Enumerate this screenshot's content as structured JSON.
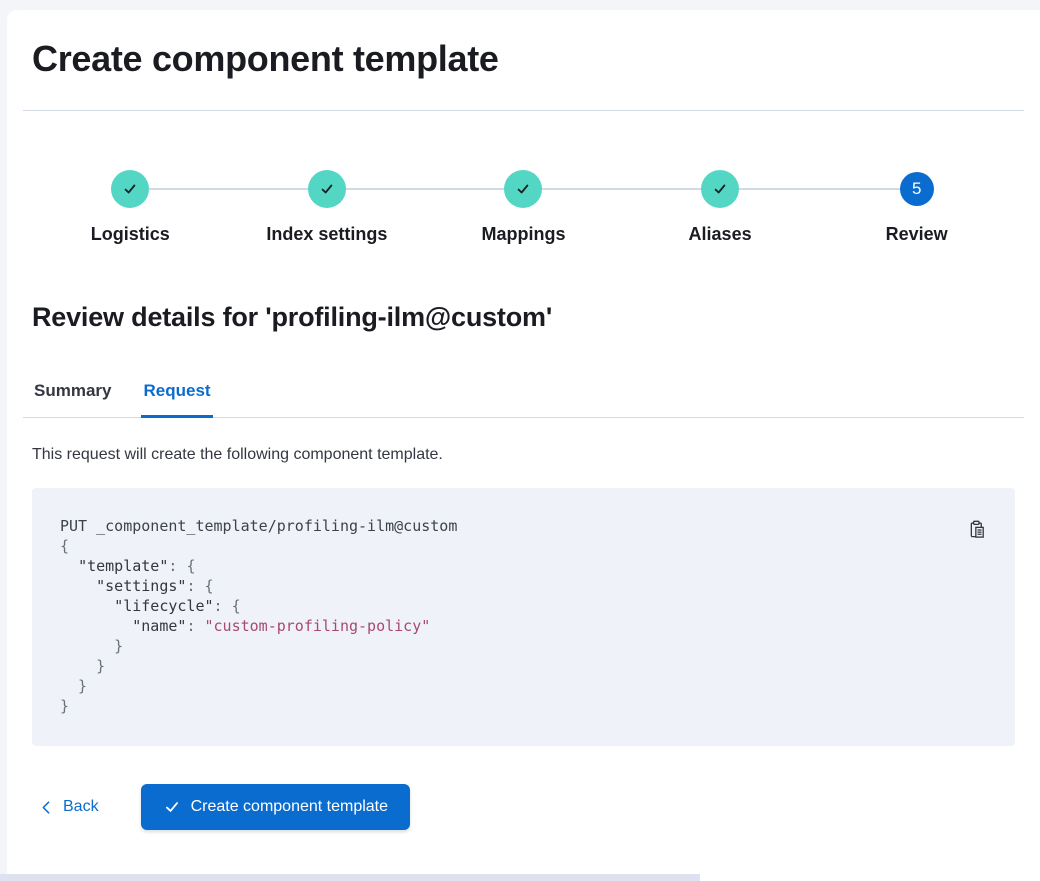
{
  "page": {
    "title": "Create component template"
  },
  "steps": [
    {
      "label": "Logistics",
      "status": "complete"
    },
    {
      "label": "Index settings",
      "status": "complete"
    },
    {
      "label": "Mappings",
      "status": "complete"
    },
    {
      "label": "Aliases",
      "status": "complete"
    },
    {
      "label": "Review",
      "status": "current",
      "number": "5"
    }
  ],
  "review": {
    "heading": "Review details for 'profiling-ilm@custom'",
    "tabs": [
      {
        "label": "Summary",
        "active": false
      },
      {
        "label": "Request",
        "active": true
      }
    ],
    "description": "This request will create the following component template."
  },
  "code_block": {
    "copy_icon": "clipboard-icon",
    "lines": [
      [
        {
          "t": "PUT _component_template/profiling-ilm@custom",
          "type": "plain"
        }
      ],
      [
        {
          "t": "{",
          "type": "punct"
        }
      ],
      [
        {
          "t": "  ",
          "type": "plain"
        },
        {
          "t": "\"template\"",
          "type": "key"
        },
        {
          "t": ": ",
          "type": "punct"
        },
        {
          "t": "{",
          "type": "punct"
        }
      ],
      [
        {
          "t": "    ",
          "type": "plain"
        },
        {
          "t": "\"settings\"",
          "type": "key"
        },
        {
          "t": ": ",
          "type": "punct"
        },
        {
          "t": "{",
          "type": "punct"
        }
      ],
      [
        {
          "t": "      ",
          "type": "plain"
        },
        {
          "t": "\"lifecycle\"",
          "type": "key"
        },
        {
          "t": ": ",
          "type": "punct"
        },
        {
          "t": "{",
          "type": "punct"
        }
      ],
      [
        {
          "t": "        ",
          "type": "plain"
        },
        {
          "t": "\"name\"",
          "type": "key"
        },
        {
          "t": ": ",
          "type": "punct"
        },
        {
          "t": "\"custom-profiling-policy\"",
          "type": "string"
        }
      ],
      [
        {
          "t": "      }",
          "type": "punct"
        }
      ],
      [
        {
          "t": "    }",
          "type": "punct"
        }
      ],
      [
        {
          "t": "  }",
          "type": "punct"
        }
      ],
      [
        {
          "t": "}",
          "type": "punct"
        }
      ]
    ]
  },
  "footer": {
    "back_label": "Back",
    "submit_label": "Create component template"
  },
  "colors": {
    "accent": "#0b6ccf",
    "success_teal": "#54d6c4",
    "connector_gray": "#d3dae6",
    "code_background": "#eff2f9",
    "code_string": "#a74a6e",
    "heading_text": "#1a1c21",
    "body_text": "#343741"
  }
}
